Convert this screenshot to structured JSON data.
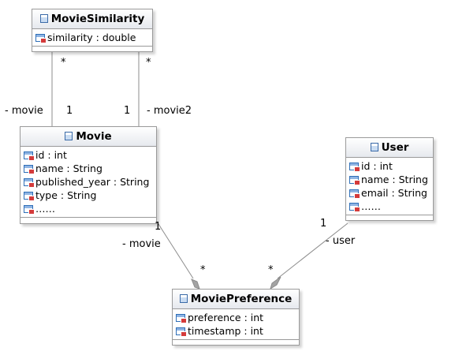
{
  "classes": {
    "movie_similarity": {
      "name": "MovieSimilarity",
      "attributes": [
        "similarity : double"
      ]
    },
    "movie": {
      "name": "Movie",
      "attributes": [
        "id : int",
        "name : String",
        "published_year : String",
        "type : String",
        "……"
      ]
    },
    "user": {
      "name": "User",
      "attributes": [
        "id : int",
        "name : String",
        "email : String",
        "……"
      ]
    },
    "movie_preference": {
      "name": "MoviePreference",
      "attributes": [
        "preference : int",
        "timestamp : int"
      ]
    }
  },
  "associations": {
    "similarity_movie": {
      "role": "- movie",
      "mult_similarity": "*",
      "mult_movie": "1"
    },
    "similarity_movie2": {
      "role": "- movie2",
      "mult_similarity": "*",
      "mult_movie": "1"
    },
    "preference_movie": {
      "role": "- movie",
      "mult_movie": "1",
      "mult_preference": "*"
    },
    "preference_user": {
      "role": "- user",
      "mult_user": "1",
      "mult_preference": "*"
    }
  },
  "colors": {
    "border": "#9a9a9a",
    "line": "#8c8c8c",
    "header_gradient_bottom": "#e6e9ee",
    "attribute_icon_blue": "#2f6fb8",
    "attribute_icon_red": "#d43b3b",
    "diamond": "#a3a3a3"
  },
  "icons": {
    "class_header": "class-icon",
    "attribute": "attribute-icon",
    "composition_end": "filled-diamond"
  }
}
